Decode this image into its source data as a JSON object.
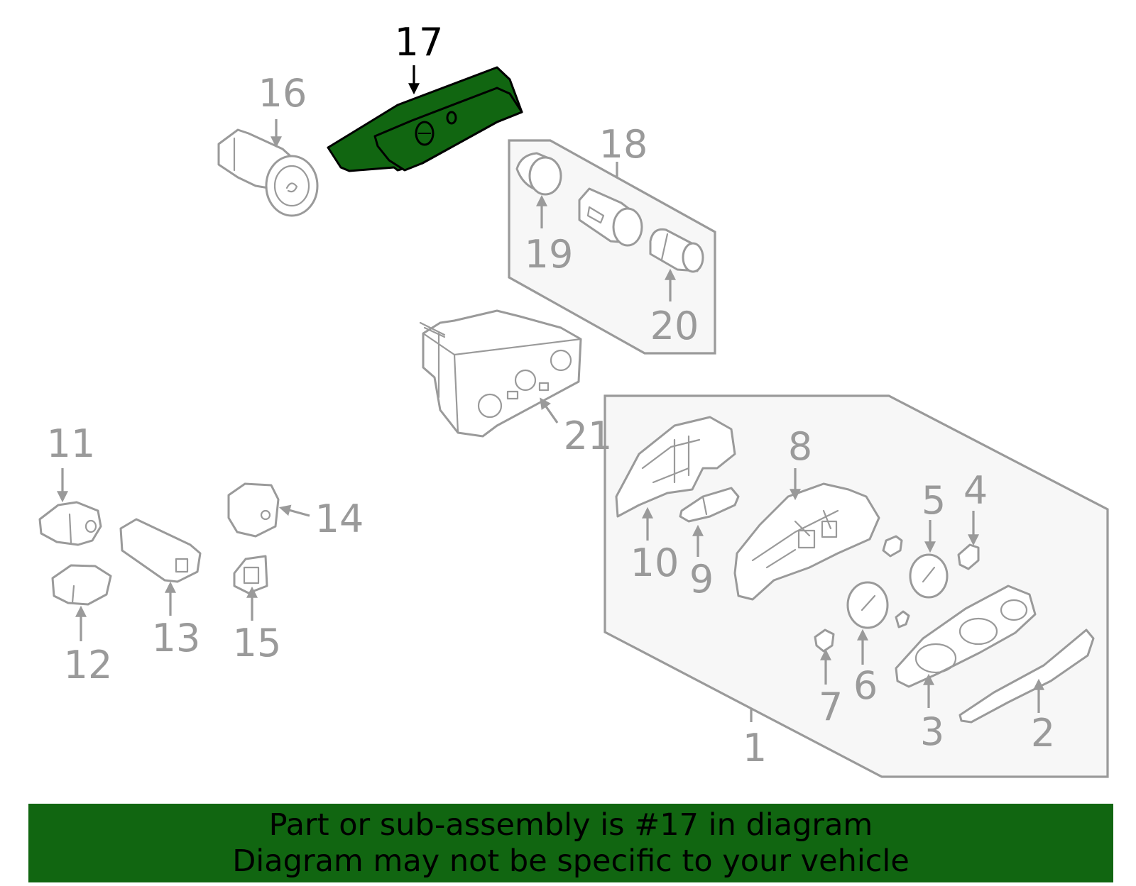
{
  "colors": {
    "highlight_fill": "#116611",
    "banner_bg": "#116611",
    "outline_gray": "#9a9a9a",
    "group_fill": "#f7f7f7"
  },
  "highlighted_part": "17",
  "callouts": [
    "1",
    "2",
    "3",
    "4",
    "5",
    "6",
    "7",
    "8",
    "9",
    "10",
    "11",
    "12",
    "13",
    "14",
    "15",
    "16",
    "17",
    "18",
    "19",
    "20",
    "21"
  ],
  "banner": {
    "line1": "Part or sub-assembly is #17 in diagram",
    "line2": "Diagram may not be specific to your vehicle"
  }
}
